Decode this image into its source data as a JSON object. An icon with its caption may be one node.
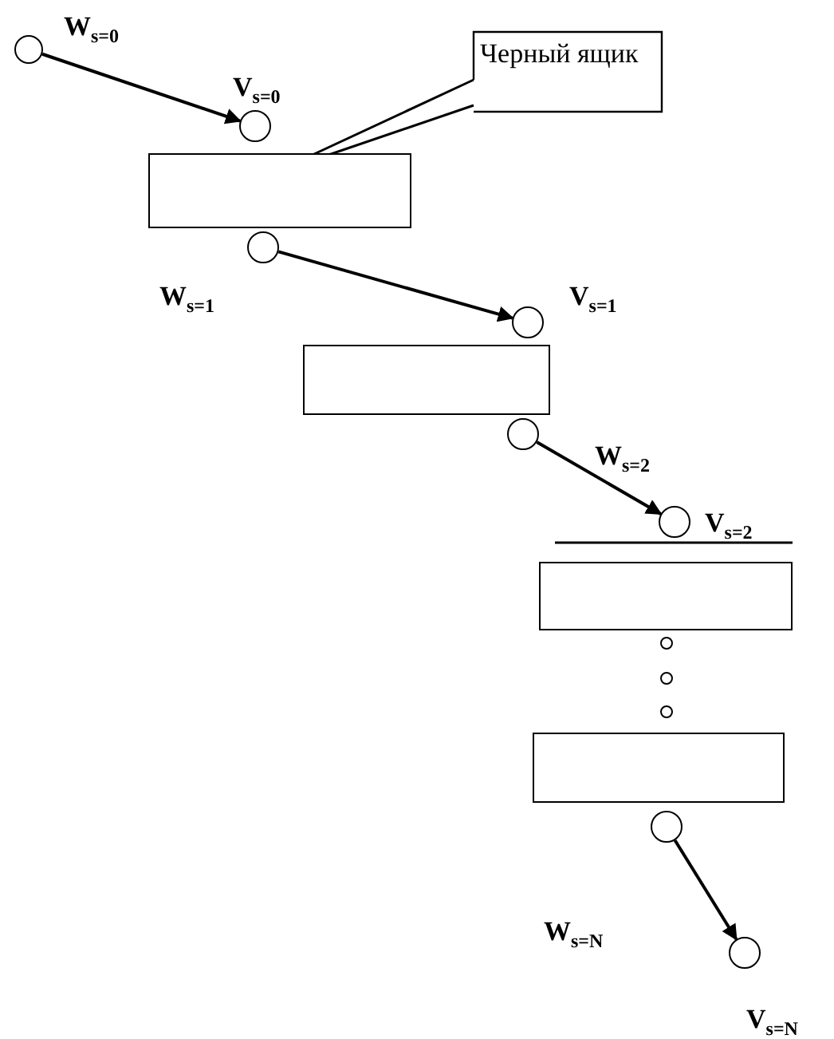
{
  "diagram": {
    "nodes": [
      {
        "text": [],
        "shape": "circle",
        "beside": [
          "W$_{s=0}$"
        ]
      },
      {
        "text": [
          "Черный ящик"
        ]
      },
      {
        "text": [],
        "shape": "circle",
        "beside": [
          "V$_{s=0}$"
        ]
      },
      {
        "text": [],
        "shape": "box"
      },
      {
        "text": [],
        "shape": "circle",
        "beside": [
          "W$_{s=1}$"
        ]
      },
      {
        "text": [],
        "shape": "circle",
        "beside": [
          "V$_{s=1}$"
        ]
      },
      {
        "text": [],
        "shape": "box"
      },
      {
        "text": [],
        "shape": "circle"
      },
      {
        "text": [],
        "shape": "circle",
        "beside": [
          "V$_{s=2}$"
        ]
      },
      {
        "text": [],
        "shape": "box"
      },
      {
        "text": [],
        "shape": "circle"
      },
      {
        "text": [],
        "shape": "circle"
      },
      {
        "text": [],
        "shape": "circle"
      },
      {
        "text": [],
        "shape": "box"
      },
      {
        "text": [],
        "shape": "circle",
        "beside": [
          "W$_{s=N}$"
        ]
      },
      {
        "text": [],
        "shape": "circle",
        "beside": [
          "V$_{s=N}$"
        ]
      }
    ],
    "edges": [
      {
        "from": 0,
        "to": 2,
        "arrow": "to"
      },
      {
        "from": 1,
        "to": 3,
        "arrow": "none"
      },
      {
        "from": 4,
        "to": 5,
        "arrow": "to"
      },
      {
        "from": 7,
        "to": 8,
        "arrow": "to"
      },
      {
        "from": 14,
        "to": 15,
        "arrow": "to"
      }
    ],
    "labels": [
      "W$_{s=2}$"
    ]
  }
}
